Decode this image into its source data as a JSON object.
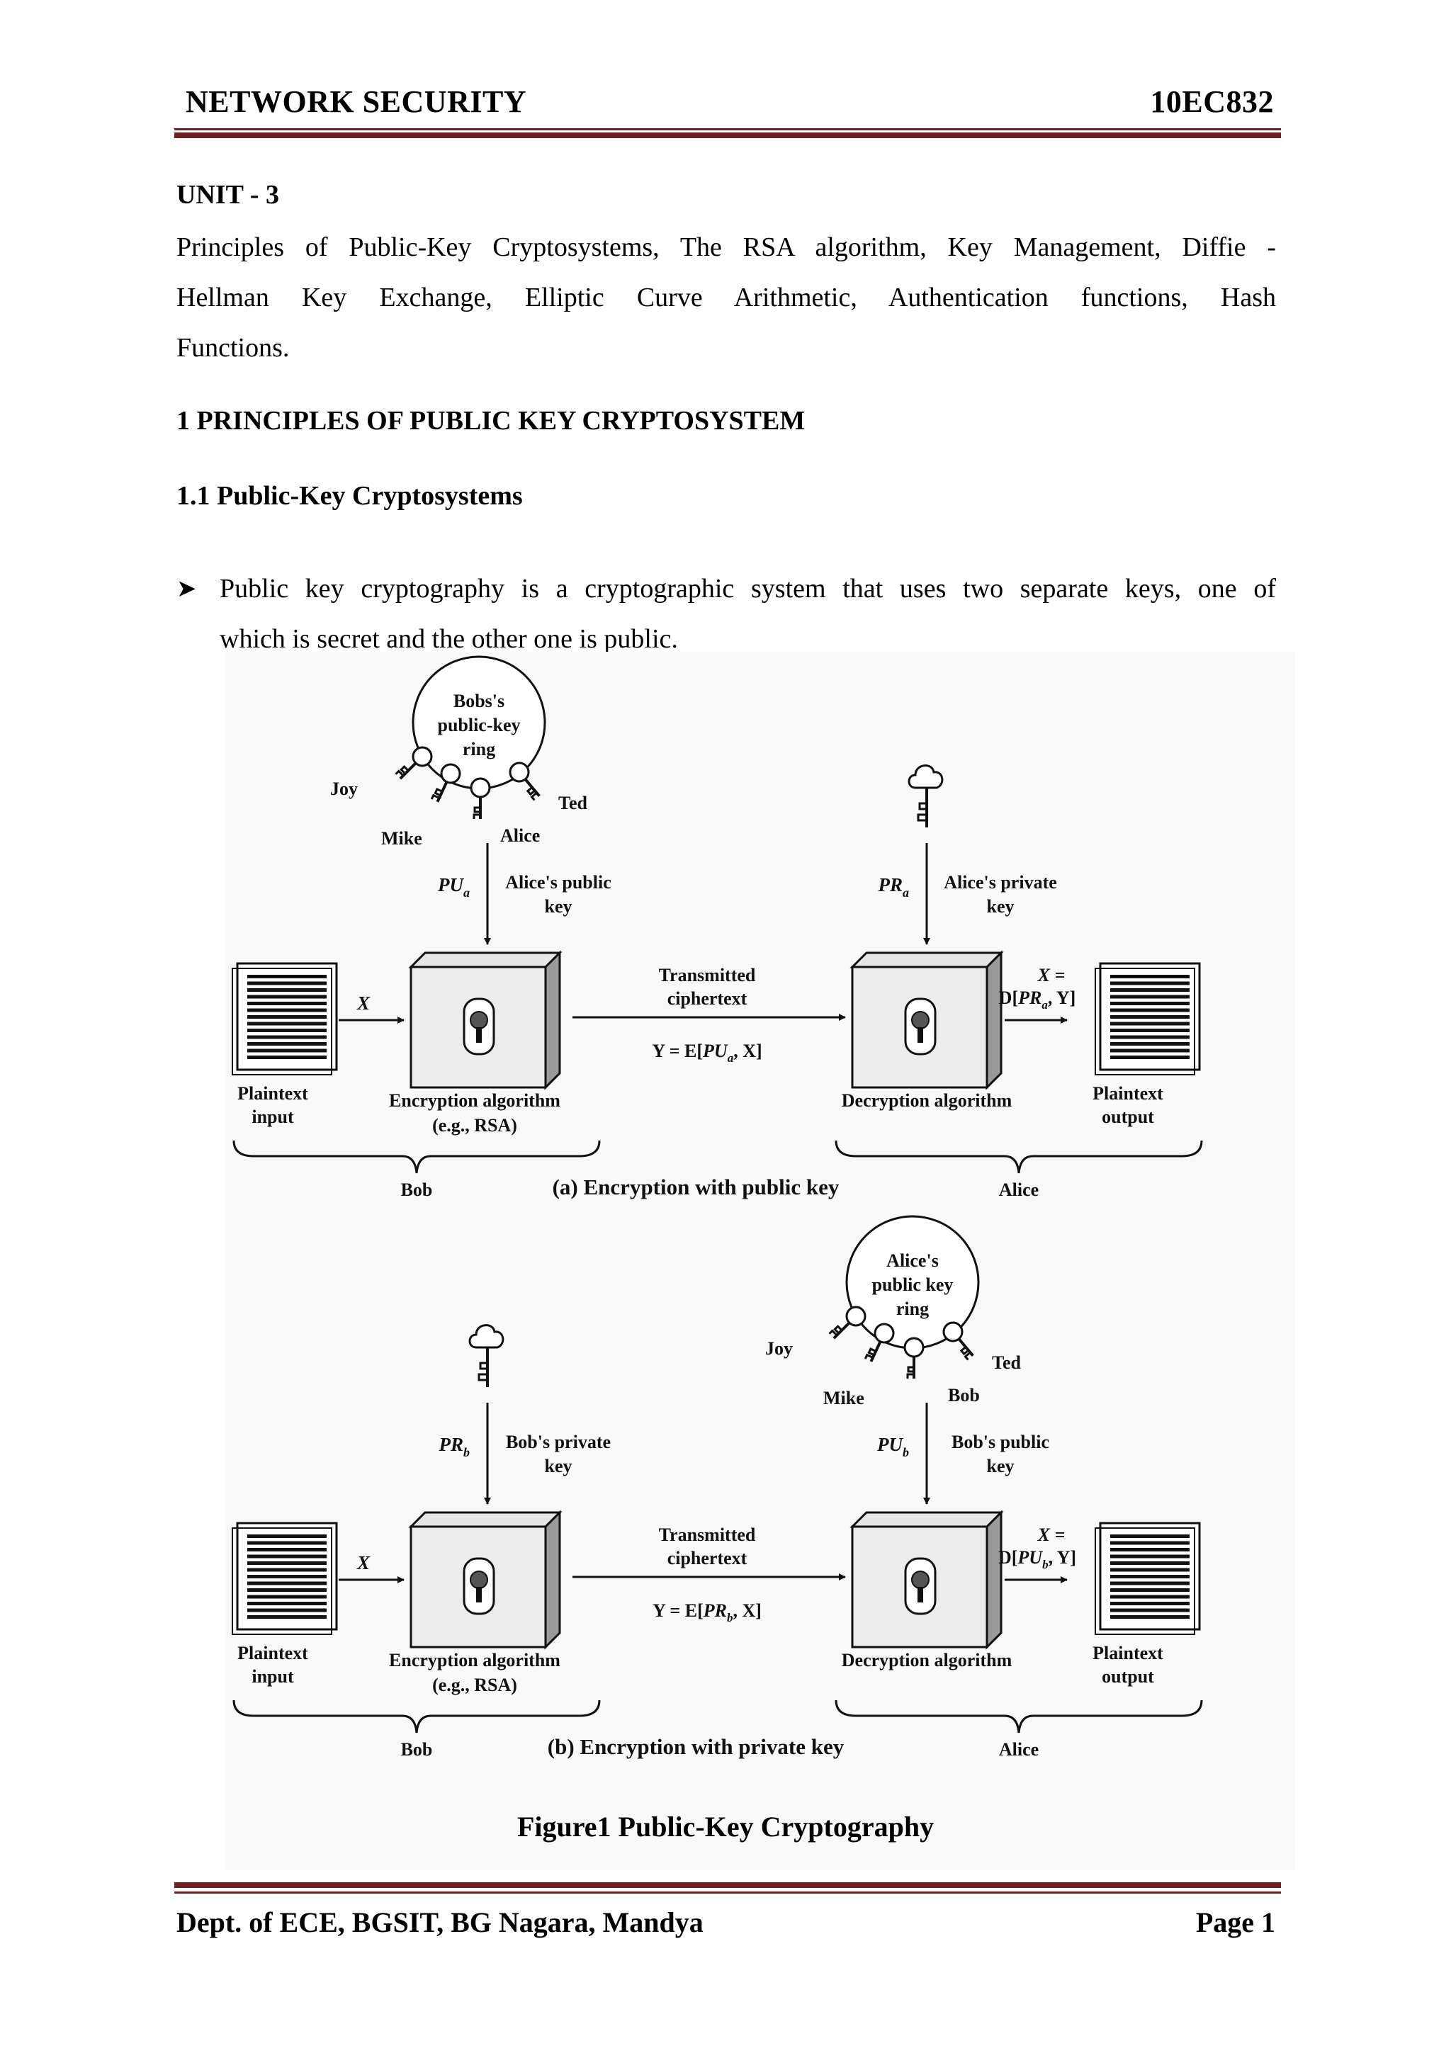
{
  "header": {
    "title": "NETWORK SECURITY",
    "code": "10EC832"
  },
  "unit_title": "UNIT - 3",
  "intro_lines": [
    "Principles of Public-Key Cryptosystems, The RSA algorithm, Key Management, Diffie -",
    "Hellman Key Exchange, Elliptic Curve Arithmetic, Authentication functions, Hash",
    "Functions."
  ],
  "section_heading": "1 PRINCIPLES OF PUBLIC KEY CRYPTOSYSTEM",
  "subsection_heading": "1.1 Public-Key Cryptosystems",
  "bullet_lines": [
    "Public key cryptography is a cryptographic system that uses two separate keys, one of",
    "which is secret and the other one is public."
  ],
  "figure": {
    "a": {
      "ring_label": [
        "Bobs's",
        "public-key",
        "ring"
      ],
      "ring_names": {
        "joy": "Joy",
        "mike": "Mike",
        "alice": "Alice",
        "ted": "Ted"
      },
      "left_key_symbol": "PU",
      "left_key_sub": "a",
      "left_key_desc": [
        "Alice's public",
        "key"
      ],
      "right_key_symbol": "PR",
      "right_key_sub": "a",
      "right_key_desc": [
        "Alice's private",
        "key"
      ],
      "input_symbol": "X",
      "transmitted": [
        "Transmitted",
        "ciphertext"
      ],
      "y_expr_pre": "Y = E[",
      "y_expr_sym": "PU",
      "y_expr_sub": "a",
      "y_expr_post": ", X]",
      "out_top": "X =",
      "out_expr_pre": "D[",
      "out_expr_sym": "PR",
      "out_expr_sub": "a",
      "out_expr_post": ", Y]",
      "plaintext_input": [
        "Plaintext",
        "input"
      ],
      "enc_label": [
        "Encryption algorithm",
        "(e.g., RSA)"
      ],
      "dec_label": "Decryption algorithm",
      "plaintext_output": [
        "Plaintext",
        "output"
      ],
      "left_party": "Bob",
      "right_party": "Alice",
      "caption": "(a) Encryption with public key"
    },
    "b": {
      "ring_label": [
        "Alice's",
        "public key",
        "ring"
      ],
      "ring_names": {
        "joy": "Joy",
        "mike": "Mike",
        "bob": "Bob",
        "ted": "Ted"
      },
      "left_key_symbol": "PR",
      "left_key_sub": "b",
      "left_key_desc": [
        "Bob's private",
        "key"
      ],
      "right_key_symbol": "PU",
      "right_key_sub": "b",
      "right_key_desc": [
        "Bob's public",
        "key"
      ],
      "input_symbol": "X",
      "transmitted": [
        "Transmitted",
        "ciphertext"
      ],
      "y_expr_pre": "Y = E[",
      "y_expr_sym": "PR",
      "y_expr_sub": "b",
      "y_expr_post": ", X]",
      "out_top": "X =",
      "out_expr_pre": "D[",
      "out_expr_sym": "PU",
      "out_expr_sub": "b",
      "out_expr_post": ", Y]",
      "plaintext_input": [
        "Plaintext",
        "input"
      ],
      "enc_label": [
        "Encryption algorithm",
        "(e.g., RSA)"
      ],
      "dec_label": "Decryption algorithm",
      "plaintext_output": [
        "Plaintext",
        "output"
      ],
      "left_party": "Bob",
      "right_party": "Alice",
      "caption": "(b) Encryption with private key"
    }
  },
  "figure_caption": "Figure1 Public-Key Cryptography",
  "footer": {
    "dept": "Dept. of ECE, BGSIT, BG Nagara, Mandya",
    "page": "Page 1"
  }
}
